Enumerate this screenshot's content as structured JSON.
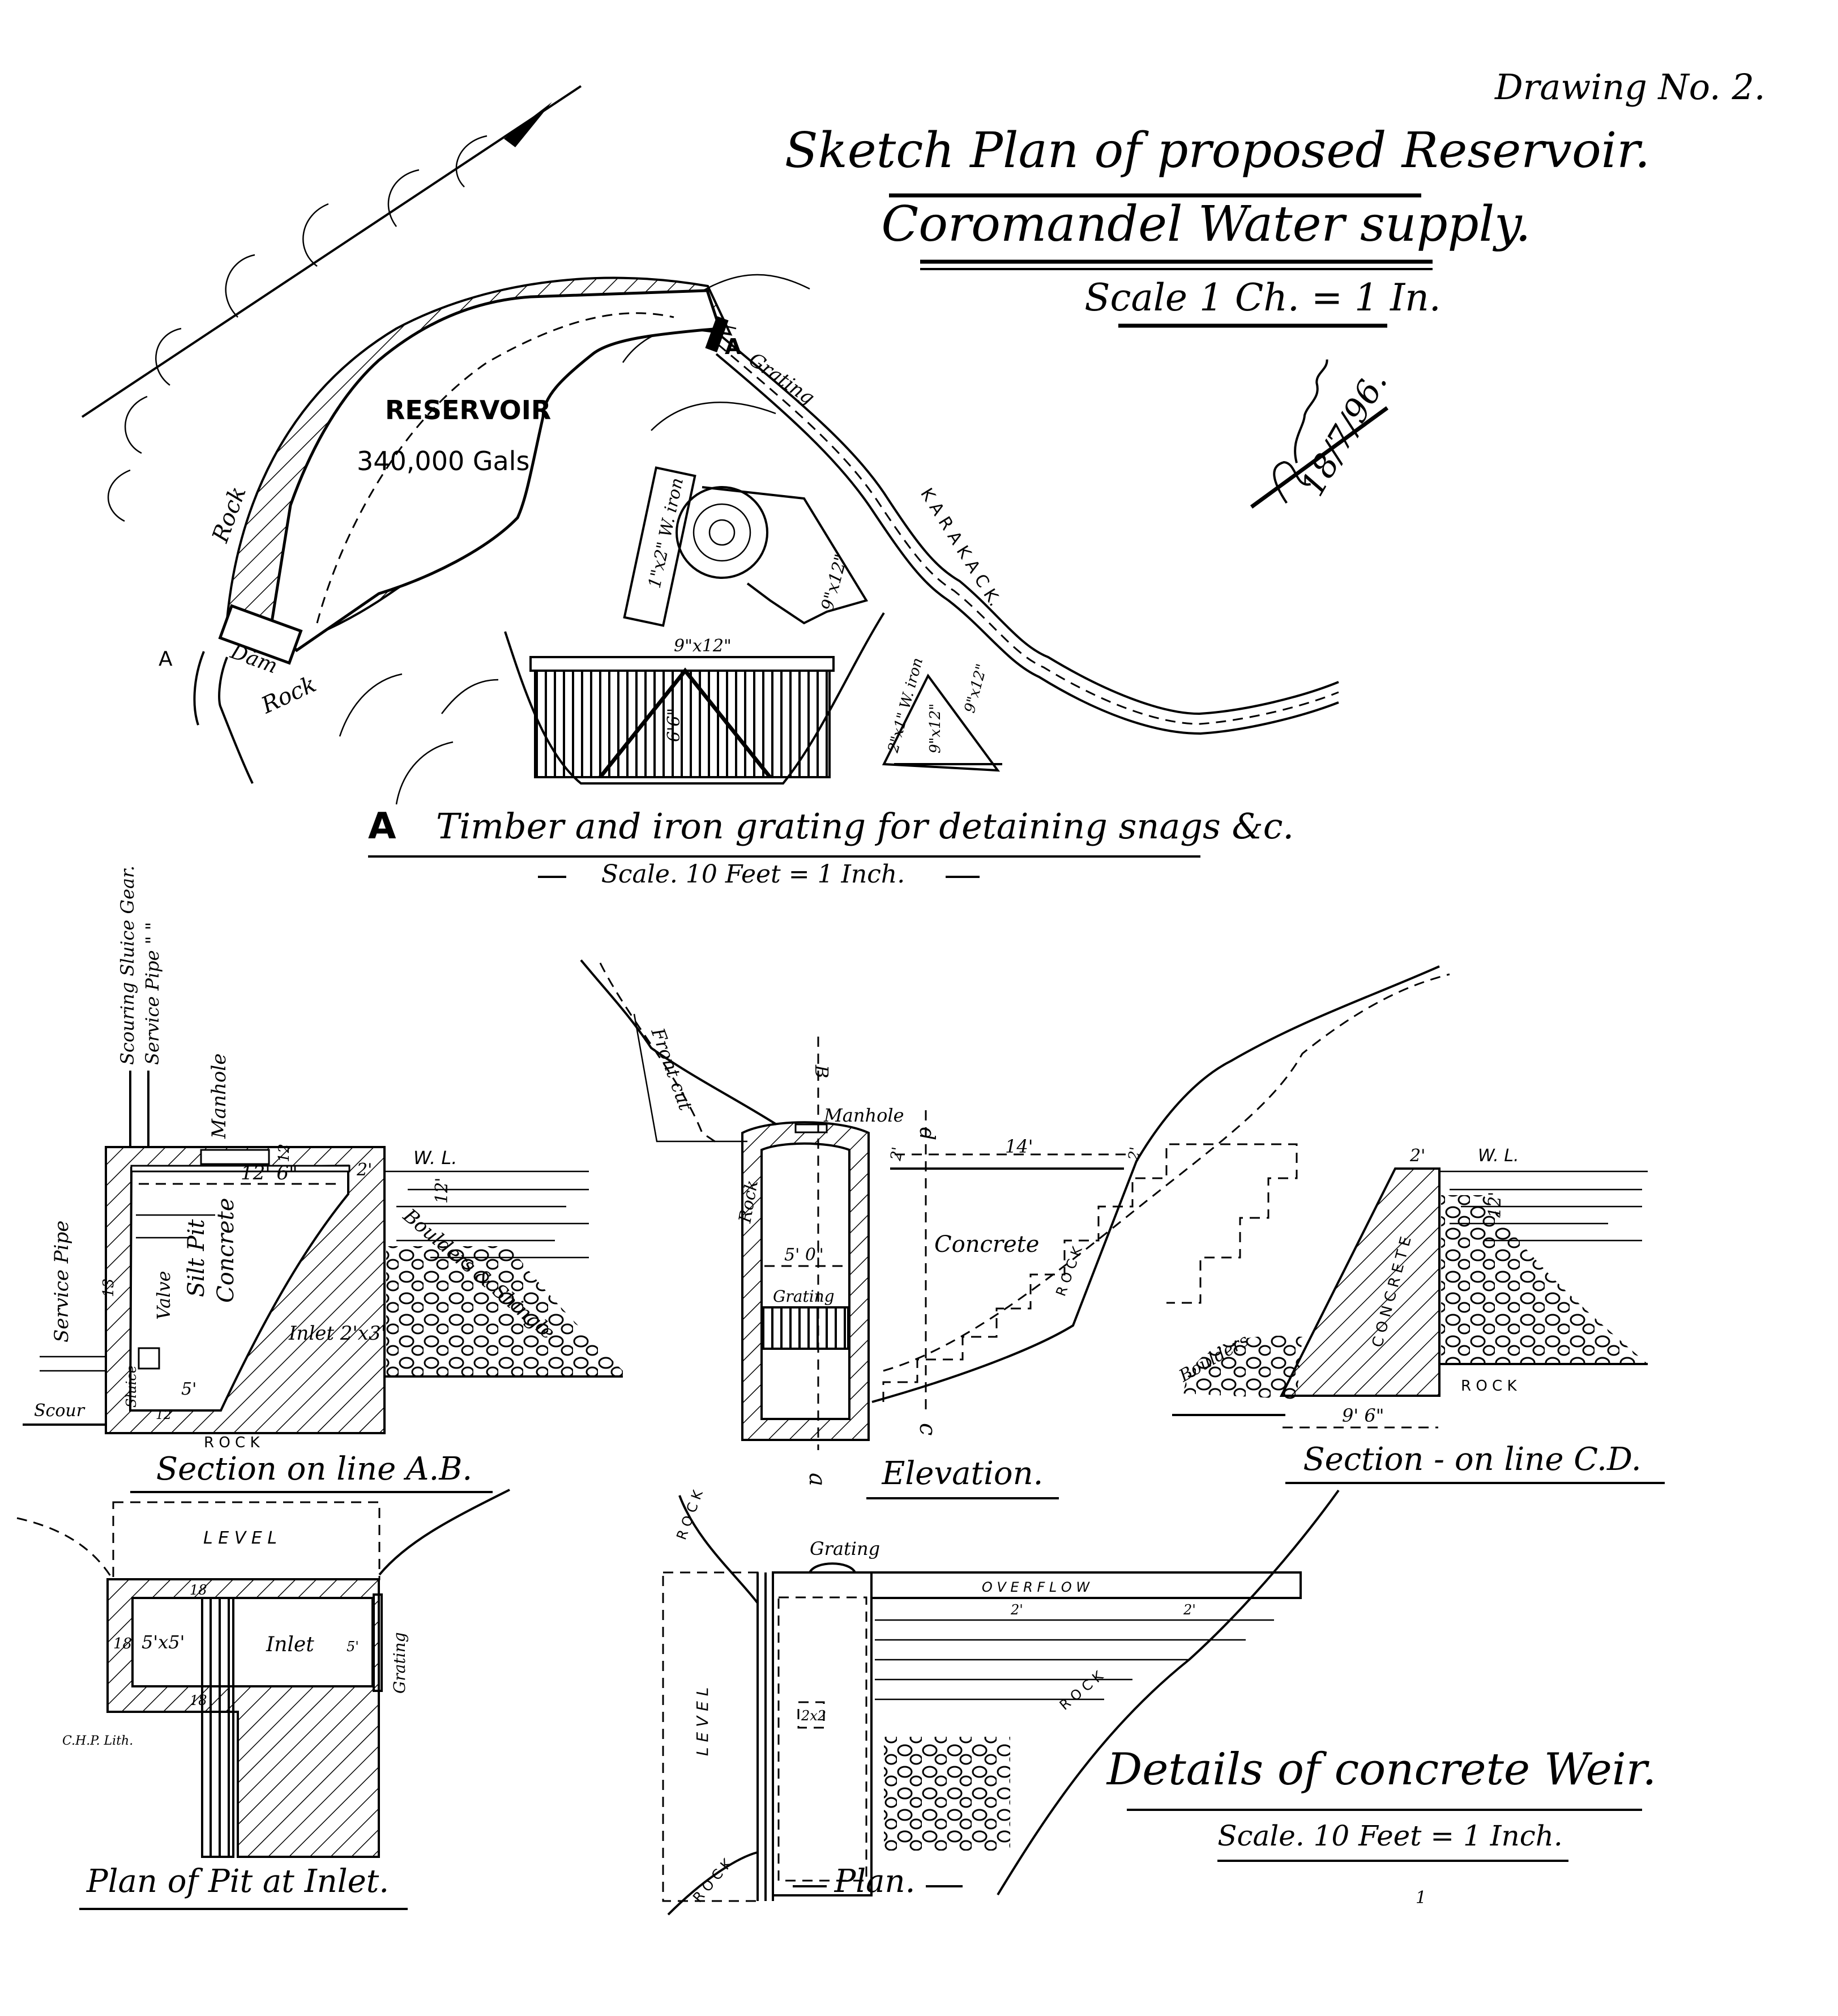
{
  "header": {
    "drawing_number": "Drawing No. 2.",
    "title": "Sketch Plan of proposed Reservoir.",
    "subtitle": "Coromandel Water supply.",
    "scale": "Scale 1 Ch. = 1 In.",
    "signature_date": "18/7/96."
  },
  "site_plan": {
    "reservoir": "RESERVOIR",
    "capacity": "340,000 Gals",
    "rock_upper": "Rock",
    "rock_lower": "Rock",
    "dam": "Dam",
    "marker_dam": "A",
    "marker_grating": "A",
    "grating": "Grating",
    "creek": "K A R A K A   C K."
  },
  "grating_detail": {
    "iron_bar": "1\"x2\" W. iron",
    "timber_round": "9\"x12\"",
    "beam": "9\"x12\"",
    "height": "6'6\"",
    "strut_iron": "2\"x1\" W. iron",
    "strut_a": "9\"x12\"",
    "strut_b": "9\"x12\"",
    "caption_letter": "A",
    "caption": "Timber and iron grating for detaining snags &c.",
    "scale": "Scale. 10 Feet = 1 Inch."
  },
  "section_ab": {
    "scouring_gear": "Scouring Sluice Gear.",
    "service_pipe_gear": "Service Pipe  \"   \"",
    "manhole": "Manhole",
    "dim_12_top": "12",
    "dim_2": "2'",
    "dim_width": "12' 6\"",
    "water_level": "W. L.",
    "dim_12_depth": "12'",
    "service_pipe": "Service Pipe",
    "silt_pit": "Silt Pit",
    "concrete": "Concrete",
    "valve": "Valve",
    "boulders": "Boulders & Shingle",
    "inlet": "Inlet 2'x3'",
    "dim_13": "13",
    "sluice": "Sluice",
    "dim_5": "5'",
    "dim_12_base": "12",
    "scour": "Scour",
    "rock": "R O C K",
    "caption": "Section on line A.B."
  },
  "elevation": {
    "front_cut": "Front cut",
    "rock_left": "Rock",
    "mark_b": "B",
    "manhole": "Manhole",
    "mark_d": "d",
    "dim_2_left": "2'",
    "dim_14": "14'",
    "dim_2_right": "2'",
    "dim_5": "5' 0\"",
    "concrete": "Concrete",
    "grating": "Grating",
    "rock": "R O C K",
    "mark_a": "a",
    "mark_c": "c",
    "caption": "Elevation."
  },
  "section_cd": {
    "dim_2": "2'",
    "water_level": "W. L.",
    "dim_12": "12'",
    "concrete": "C O N C R E T E",
    "boulders": "Boulders",
    "rock": "R O C K",
    "dim_base": "9' 6\"",
    "caption": "Section - on line C.D."
  },
  "plan_of_pit": {
    "level": "L E V E L",
    "dim_18_top": "18",
    "dim_18_left": "18",
    "pit_size": "5'x5'",
    "inlet": "Inlet",
    "dim_5": "5'",
    "dim_18_bottom": "18",
    "grating": "Grating",
    "lithographer": "C.H.P. Lith.",
    "caption": "Plan of Pit at Inlet."
  },
  "weir_plan": {
    "rock_top": "R O C K",
    "grating": "Grating",
    "overflow": "O V E R F L O W",
    "dim_2_a": "2'",
    "dim_2_b": "2'",
    "level": "L E V E L",
    "opening": "2x2",
    "rock_slope": "R O C K",
    "rock_bottom": "R O C K",
    "caption": "Plan."
  },
  "weir_details": {
    "title": "Details of concrete Weir.",
    "scale": "Scale. 10 Feet = 1 Inch.",
    "page_number": "1"
  }
}
